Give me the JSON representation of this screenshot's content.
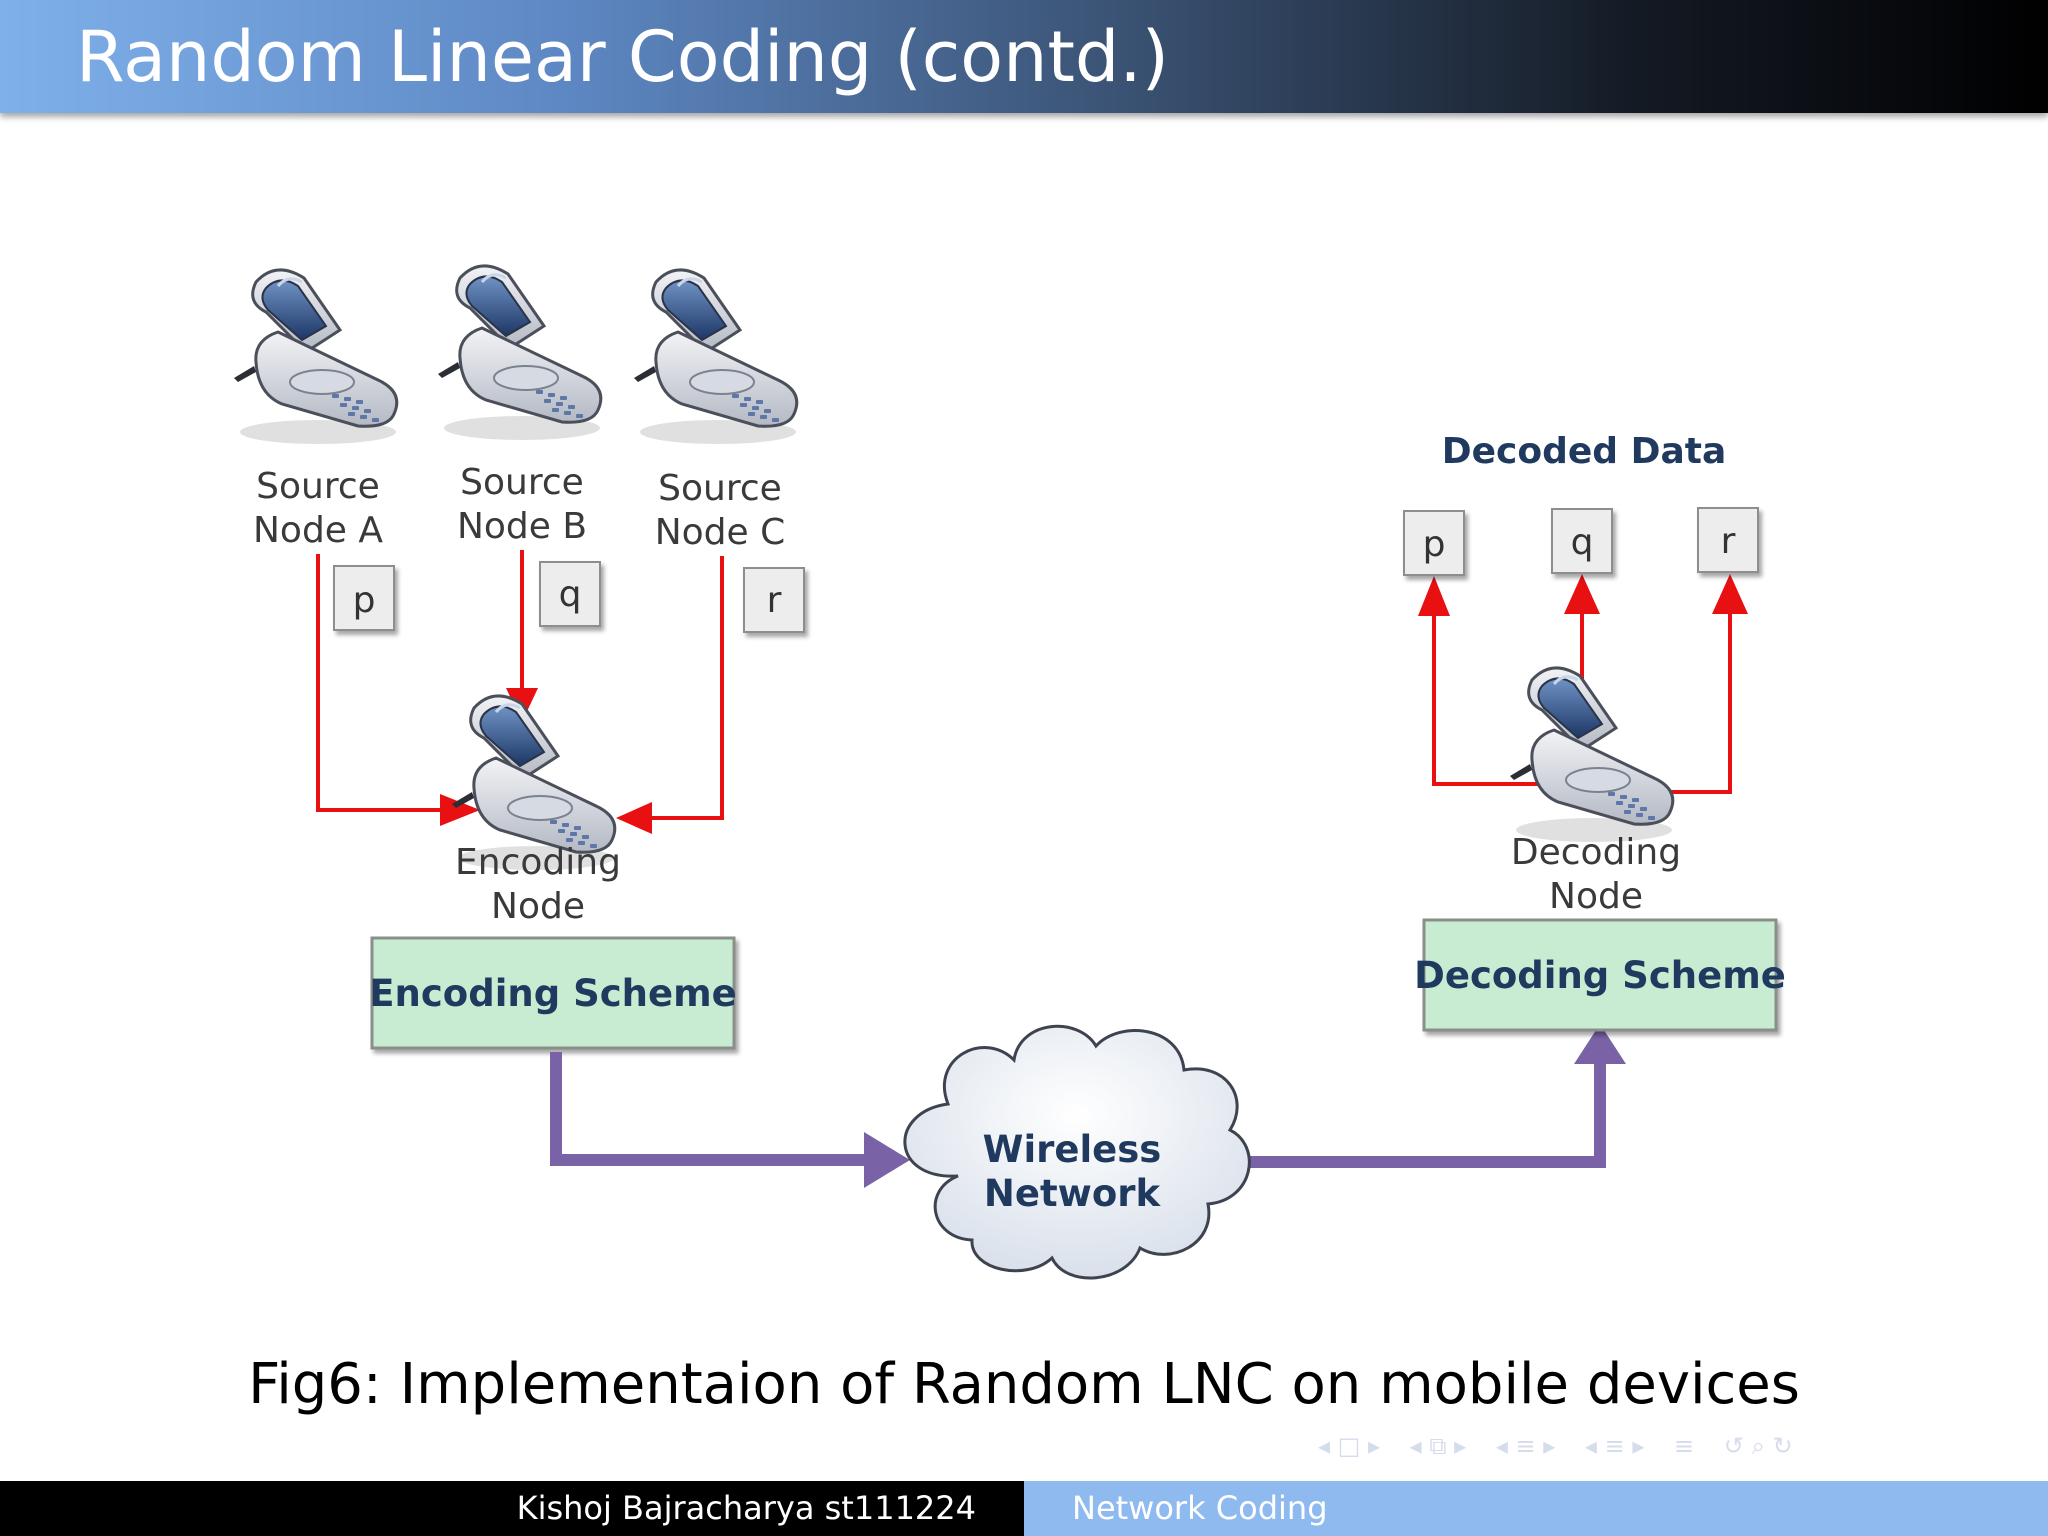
{
  "slide": {
    "title": "Random Linear Coding (contd.)",
    "caption": "Fig6: Implementaion of Random LNC on mobile devices"
  },
  "diagram": {
    "source_nodes": [
      {
        "label_line1": "Source",
        "label_line2": "Node A",
        "packet": "p"
      },
      {
        "label_line1": "Source",
        "label_line2": "Node B",
        "packet": "q"
      },
      {
        "label_line1": "Source",
        "label_line2": "Node C",
        "packet": "r"
      }
    ],
    "encoding_node": {
      "label_line1": "Encoding",
      "label_line2": "Node"
    },
    "encoding_scheme": "Encoding Scheme",
    "network": {
      "line1": "Wireless",
      "line2": "Network"
    },
    "decoding_scheme": "Decoding Scheme",
    "decoding_node": {
      "label_line1": "Decoding",
      "label_line2": "Node"
    },
    "decoded_title": "Decoded Data",
    "decoded_packets": [
      "p",
      "q",
      "r"
    ]
  },
  "footer": {
    "author": "Kishoj Bajracharya st111224",
    "short_title": "Network Coding"
  },
  "nav_symbols": [
    "◂ □ ▸",
    "◂ ⧉ ▸",
    "◂ ≡ ▸",
    "◂ ≡ ▸",
    "≡",
    "↺ ⌕ ↻"
  ],
  "colors": {
    "arrow_red": "#e81010",
    "arrow_purple": "#7a62a6",
    "scheme_box": "#c7ecd2",
    "scheme_text": "#1f3a5e",
    "footer_left": "#000000",
    "footer_right": "#8fbaf0"
  }
}
